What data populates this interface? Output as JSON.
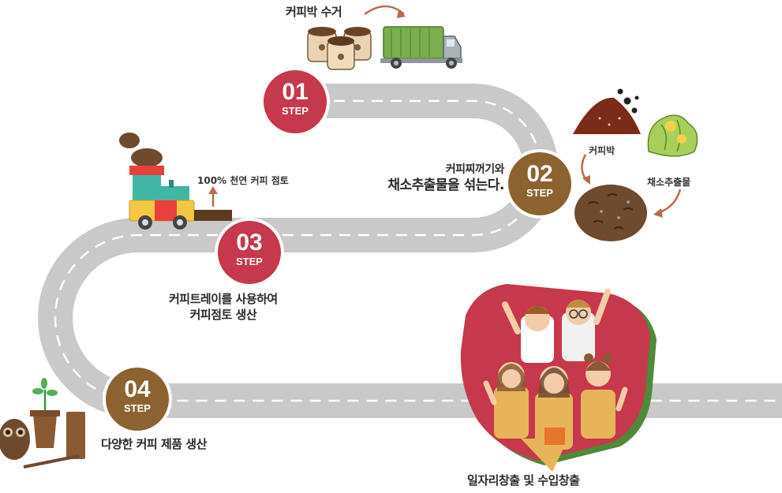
{
  "steps": [
    {
      "number": "01",
      "label": "STEP",
      "color": "#c6384b"
    },
    {
      "number": "02",
      "label": "STEP",
      "color": "#8c6330"
    },
    {
      "number": "03",
      "label": "STEP",
      "color": "#c6384b"
    },
    {
      "number": "04",
      "label": "STEP",
      "color": "#8c6330"
    }
  ],
  "captions": {
    "collect": "커피박 수거",
    "mix_line1": "커피찌꺼기와",
    "mix_line2": "채소추출물을 섞는다.",
    "make_line1": "커피트레이를 사용하여",
    "make_line2": "커피점토 생산",
    "products": "다양한 커피 제품 생산",
    "jobs": "일자리창출 및 수입창출"
  },
  "icon_labels": {
    "clay": "100% 천연 커피 점토",
    "coffee_grounds": "커피박",
    "vegetable_extract": "채소추출물"
  },
  "colors": {
    "road": "#c9c9c9",
    "road_dash": "#ffffff",
    "red": "#c6384b",
    "brown": "#8c6330",
    "arrow": "#b76b4f"
  }
}
